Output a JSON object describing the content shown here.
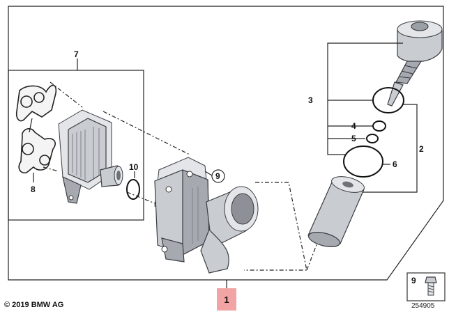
{
  "callouts": {
    "c1": "1",
    "c2": "2",
    "c3": "3",
    "c4": "4",
    "c5": "5",
    "c6": "6",
    "c7": "7",
    "c8": "8",
    "c9_circle": "9",
    "c9_box": "9",
    "c10": "10"
  },
  "footer": {
    "copyright": "© 2019 BMW AG",
    "part_number": "254905"
  },
  "colors": {
    "highlight": "#f2a3a3",
    "line": "#222222",
    "metal": "#c9ccd0"
  }
}
